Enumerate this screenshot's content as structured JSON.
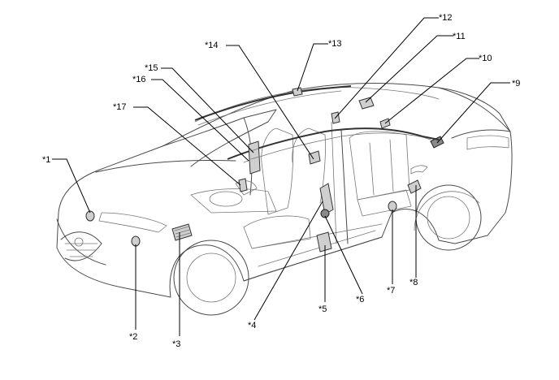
{
  "callouts": [
    {
      "id": "c1",
      "label": "*1"
    },
    {
      "id": "c2",
      "label": "*2"
    },
    {
      "id": "c3",
      "label": "*3"
    },
    {
      "id": "c4",
      "label": "*4"
    },
    {
      "id": "c5",
      "label": "*5"
    },
    {
      "id": "c6",
      "label": "*6"
    },
    {
      "id": "c7",
      "label": "*7"
    },
    {
      "id": "c8",
      "label": "*8"
    },
    {
      "id": "c9",
      "label": "*9"
    },
    {
      "id": "c10",
      "label": "*10"
    },
    {
      "id": "c11",
      "label": "*11"
    },
    {
      "id": "c12",
      "label": "*12"
    },
    {
      "id": "c13",
      "label": "*13"
    },
    {
      "id": "c14",
      "label": "*14"
    },
    {
      "id": "c15",
      "label": "*15"
    },
    {
      "id": "c16",
      "label": "*16"
    },
    {
      "id": "c17",
      "label": "*17"
    }
  ]
}
